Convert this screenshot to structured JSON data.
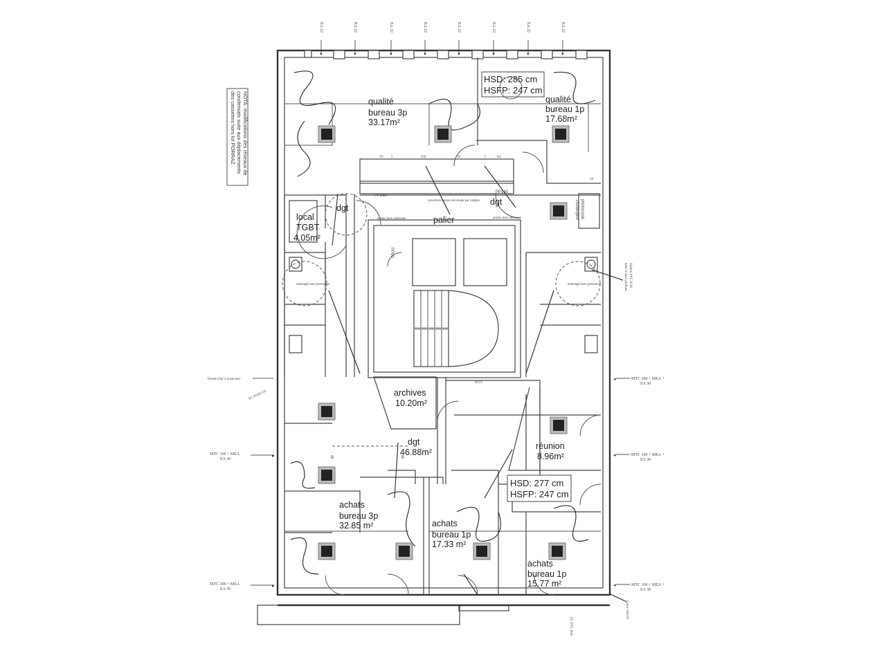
{
  "plan": {
    "top_vents": [
      "EA 22",
      "EA 22",
      "EA 22",
      "EA 22",
      "EA 22",
      "EA 22",
      "EA 22",
      "EA 22"
    ],
    "note": {
      "line1": "NOTA: modifications des réseaux de",
      "line2": "condensats suite aux déplacements",
      "line3": "des cassettes hors lot PORRAZ"
    },
    "height_boxes": [
      {
        "hsd": "HSD: 285 cm",
        "hsfp": "HSFP: 247 cm"
      },
      {
        "hsd": "HSD: 277 cm",
        "hsfp": "HSFP: 247 cm"
      }
    ],
    "rooms": [
      {
        "name": "qualité",
        "type": "bureau 3p",
        "area": "33.17m²"
      },
      {
        "name": "qualité",
        "type": "bureau 1p",
        "area": "17.68m²"
      },
      {
        "name": "local",
        "type": "TGBT",
        "area": "4.05m²"
      },
      {
        "name": "dgt",
        "type": "",
        "area": ""
      },
      {
        "name": "palier",
        "type": "",
        "area": ""
      },
      {
        "name": "dgt",
        "type": "",
        "area": ""
      },
      {
        "name": "archives",
        "type": "",
        "area": "10.20m²"
      },
      {
        "name": "dgt",
        "type": "",
        "area": "46.88m²"
      },
      {
        "name": "réunion",
        "type": "",
        "area": "8.96m²"
      },
      {
        "name": "achats",
        "type": "bureau 3p",
        "area": "32.85 m²"
      },
      {
        "name": "achats",
        "type": "bureau 1p",
        "area": "17.33 m²"
      },
      {
        "name": "achats",
        "type": "bureau 1p",
        "area": "15.77 m²"
      }
    ],
    "annotations": {
      "pp140_left": "PP140",
      "pp140_right": "PP140",
      "pp90": "PP90",
      "photocopie": "photocopie",
      "photocopie_size": "140x80prof",
      "portes_left": "portes hors onéreuse",
      "portes_right": "portes hors onéreuse",
      "ouverture": "ouverture portes sécurisée par badges",
      "dims_250": "250",
      "dims_79": "79",
      "dims_5a": "5",
      "dims_30": "30",
      "dims_5b": "5",
      "dims_84": "84",
      "dims_50": "50",
      "entree_air": "Entrée d'air à recalculer",
      "ec": "EC Ø100/125",
      "siphon": "Siphon PVC Ø 40",
      "siphon_sub": "dans le faux plafond",
      "aménagé_left": "aménagé hors prestation",
      "aménagé_right": "aménagé hors prestation",
      "d125": "Ø125",
      "b_marker": "B",
      "bottom_pvc": "EC PVC Ø40",
      "gaine": "Gaine NAOV"
    },
    "side_vents": {
      "left": [
        {
          "l1": "MTC 100 + MEA",
          "l2": "EA 30"
        },
        {
          "l1": "MTC 100 + MEA",
          "l2": "EA 30"
        }
      ],
      "right": [
        {
          "l1": "MTC 100 + MEA +",
          "l2": "EA 30"
        },
        {
          "l1": "MTC 100 + MEA +",
          "l2": "EA 30"
        },
        {
          "l1": "MTC 100 + MEA +",
          "l2": "EA 30"
        }
      ]
    }
  }
}
